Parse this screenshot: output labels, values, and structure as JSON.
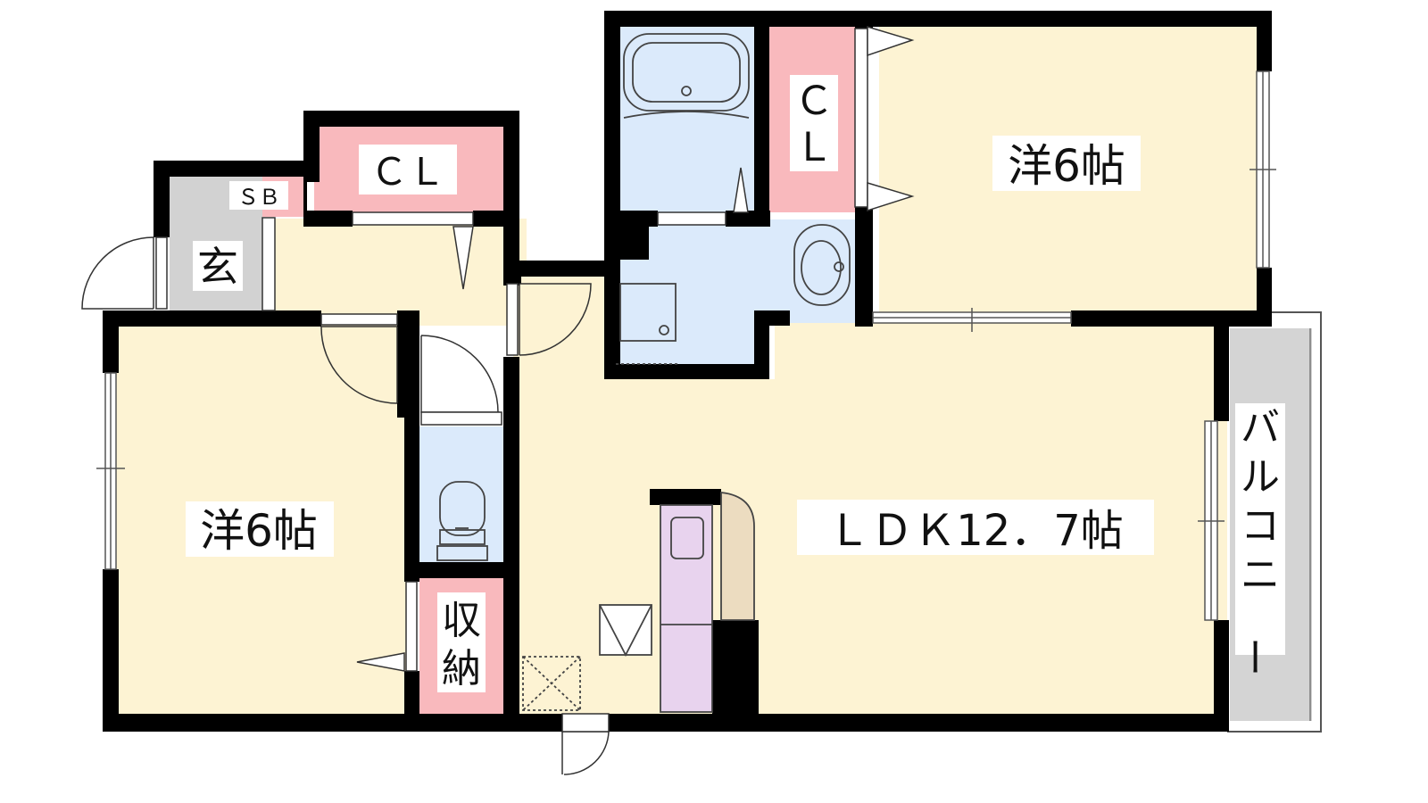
{
  "floor_plan": {
    "rooms": {
      "western_room_left": "洋6帖",
      "western_room_right": "洋6帖",
      "ldk": "ＬＤＫ12．7帖",
      "balcony": "バルコニー",
      "closet_top": "ＣＬ",
      "closet_right": "ＣＬ",
      "shoe_box": "ＳＢ",
      "entrance": "玄",
      "storage": "収納"
    },
    "colors": {
      "wall": "#000000",
      "living_floor": "#fdf3d3",
      "wet_area": "#dbeafb",
      "storage": "#f9b9bd",
      "entrance_floor": "#d2d2d2",
      "balcony_floor": "#d4d4d4",
      "kitchen": "#e8d3ee",
      "counter": "#ecdcc0"
    }
  }
}
